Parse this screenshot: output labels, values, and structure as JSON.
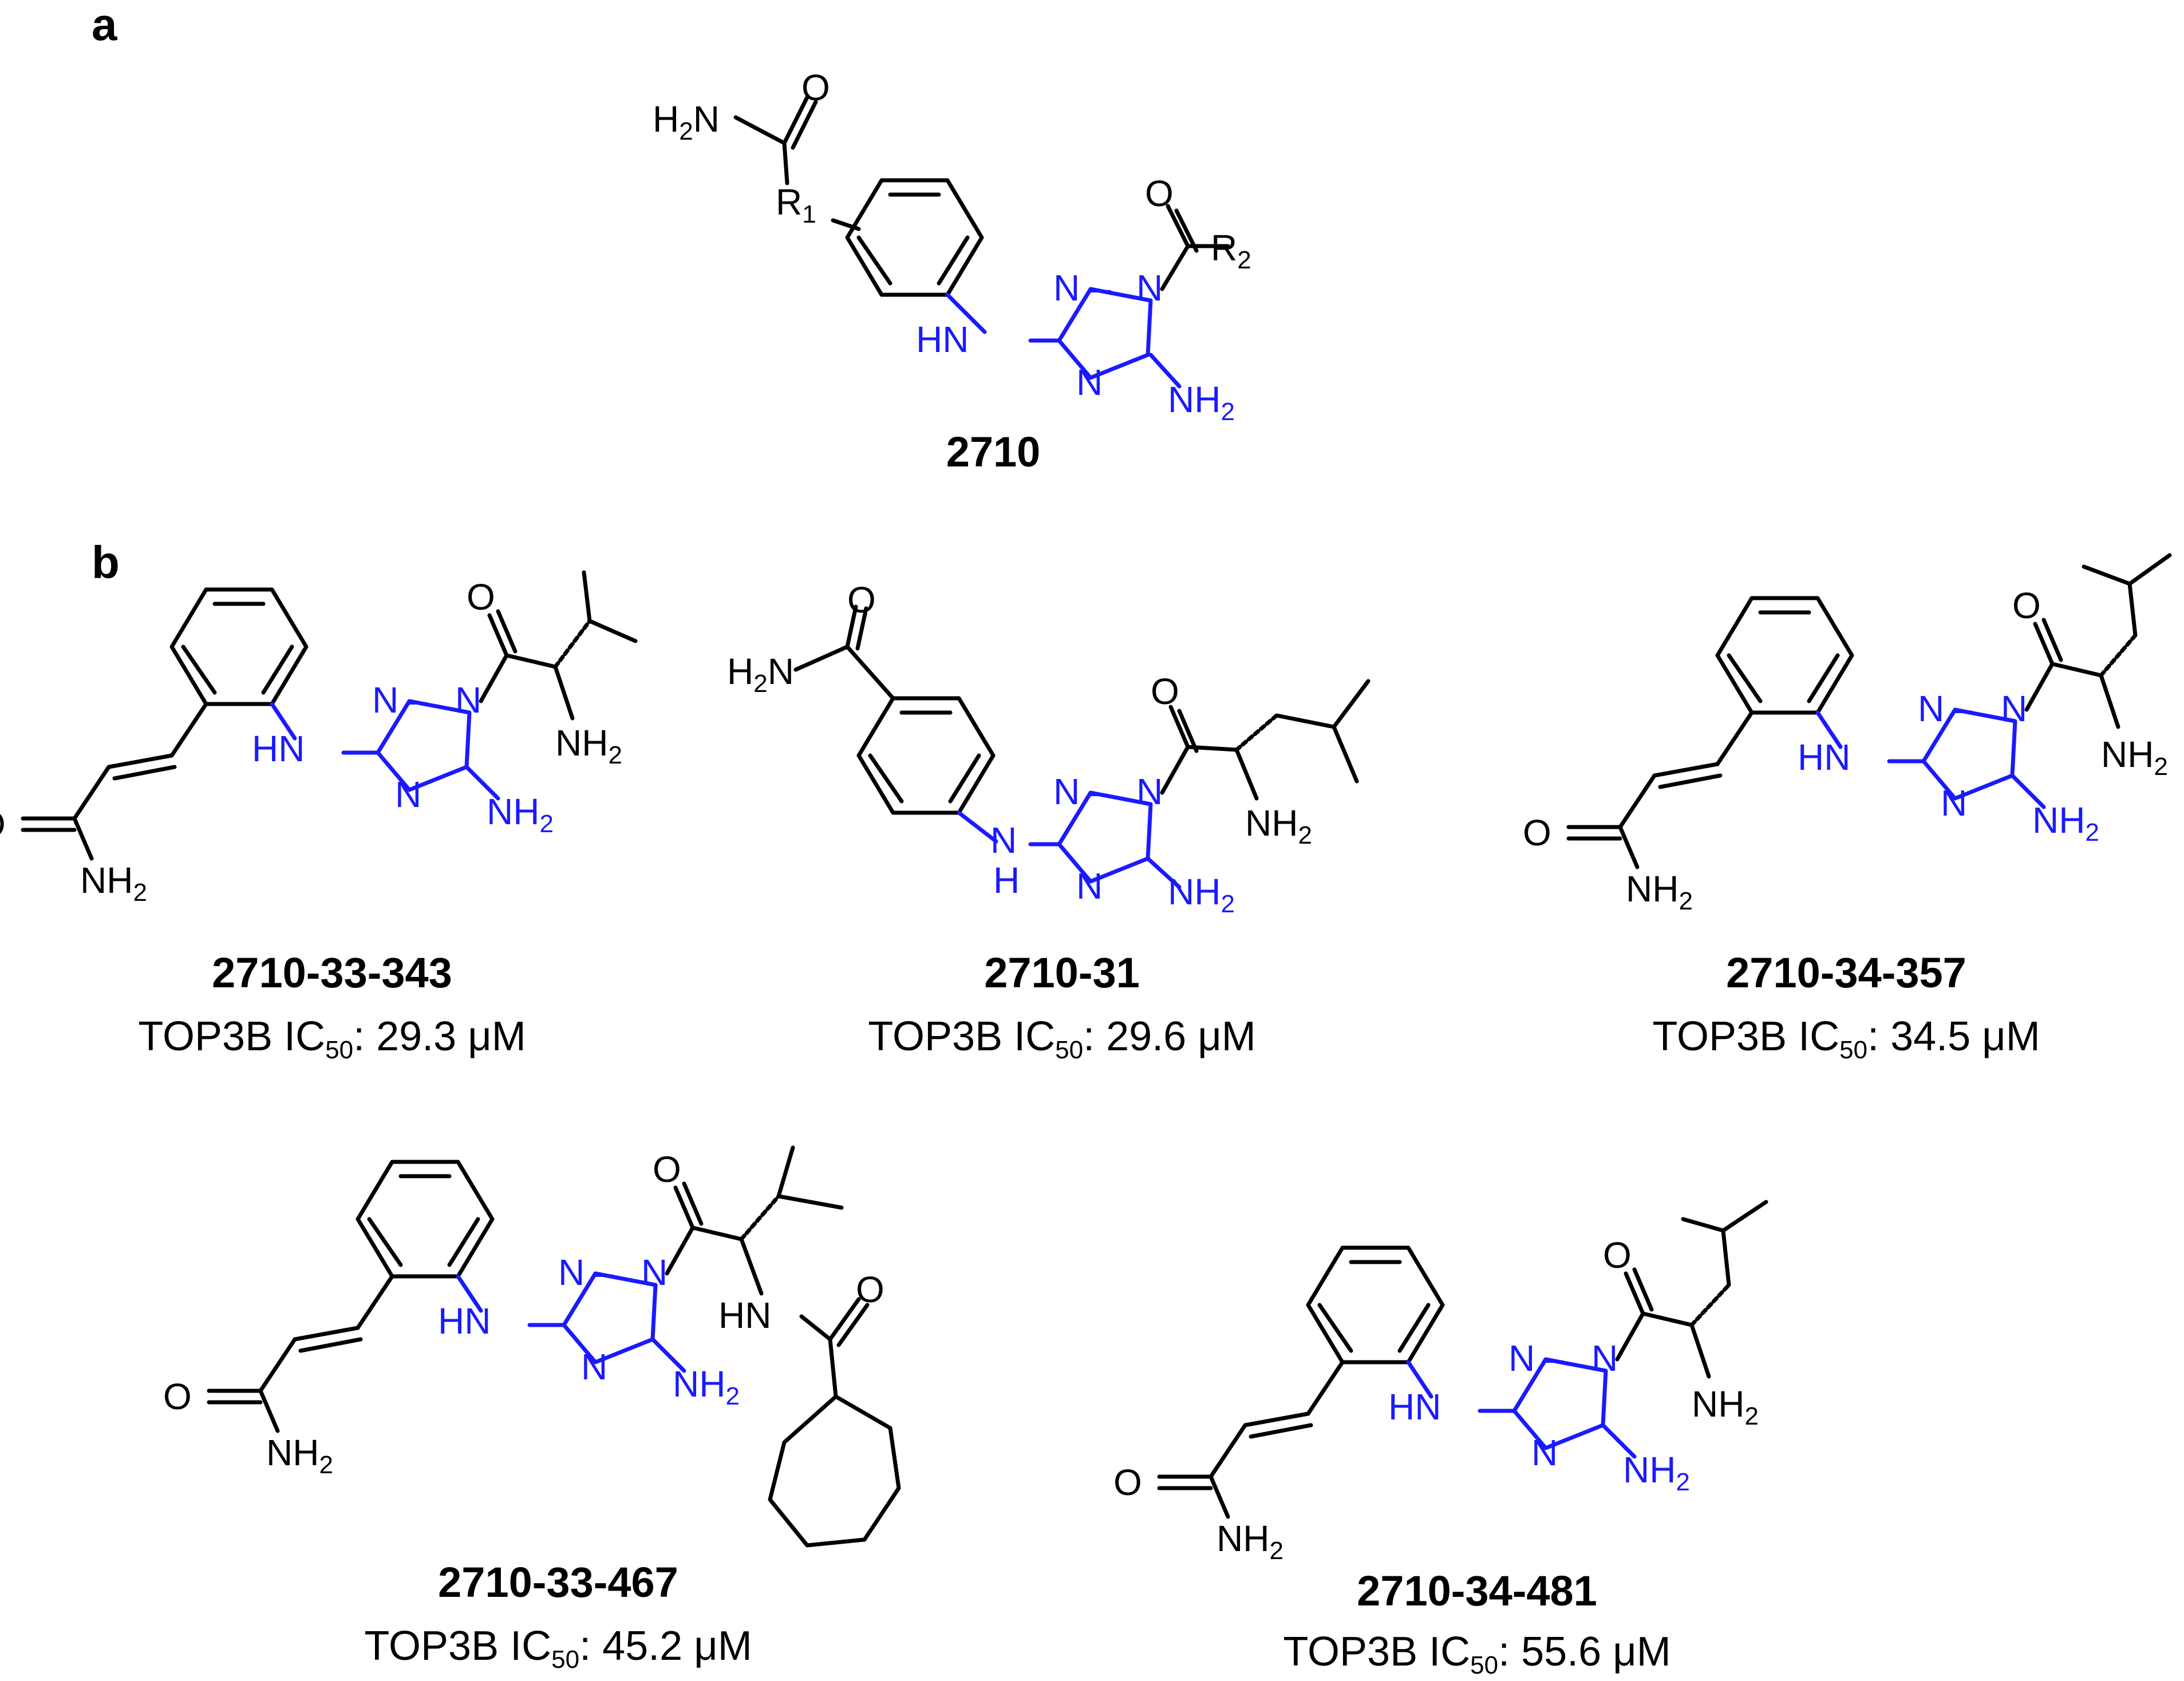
{
  "panel_a": {
    "label": "a",
    "compound_name": "2710",
    "substituent_r1": "R1",
    "substituent_r2": "R2"
  },
  "panel_b": {
    "label": "b",
    "compounds": [
      {
        "name": "2710-33-343",
        "ic50_prefix": "TOP3B IC",
        "ic50_sub": "50",
        "ic50_value": ": 29.3 μM"
      },
      {
        "name": "2710-31",
        "ic50_prefix": "TOP3B IC",
        "ic50_sub": "50",
        "ic50_value": ": 29.6 μM"
      },
      {
        "name": "2710-34-357",
        "ic50_prefix": "TOP3B IC",
        "ic50_sub": "50",
        "ic50_value": ": 34.5 μM"
      },
      {
        "name": "2710-33-467",
        "ic50_prefix": "TOP3B IC",
        "ic50_sub": "50",
        "ic50_value": ": 45.2 μM"
      },
      {
        "name": "2710-34-481",
        "ic50_prefix": "TOP3B IC",
        "ic50_sub": "50",
        "ic50_value": ": 55.6 μM"
      }
    ]
  },
  "atoms": {
    "O": "O",
    "N": "N",
    "HN": "HN",
    "H": "H",
    "H2N": "H2N",
    "NH2": "NH2"
  },
  "colors": {
    "scaffold": "#1a1aff",
    "default": "#000000"
  }
}
